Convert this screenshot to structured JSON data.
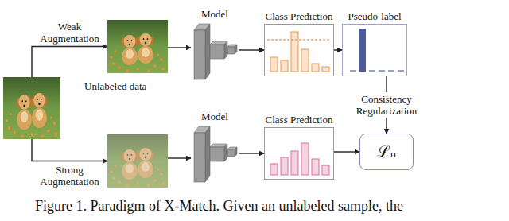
{
  "diagram": {
    "caption": "Figure 1. Paradigm of X-Match. Given an unlabeled sample, the",
    "nodes": [
      {
        "text": [
          "Unlabeled data"
        ]
      },
      {
        "text": []
      },
      {
        "text": []
      },
      {
        "text": [
          "Model"
        ]
      },
      {
        "text": [
          "Model"
        ]
      },
      {
        "text": [
          "Class Prediction"
        ]
      },
      {
        "text": [
          "Pseudo-label"
        ]
      },
      {
        "text": [
          "Class Prediction"
        ]
      },
      {
        "text": [
          "ℒᵤ"
        ]
      }
    ],
    "edges": [
      {
        "from": 0,
        "to": 1,
        "arrow": "to",
        "label": "Weak Augmentation"
      },
      {
        "from": 0,
        "to": 2,
        "arrow": "to",
        "label": "Strong Augmentation"
      },
      {
        "from": 1,
        "to": 3,
        "arrow": "to"
      },
      {
        "from": 2,
        "to": 4,
        "arrow": "to"
      },
      {
        "from": 3,
        "to": 5,
        "arrow": "to"
      },
      {
        "from": 4,
        "to": 7,
        "arrow": "to"
      },
      {
        "from": 5,
        "to": 6,
        "arrow": "to"
      },
      {
        "from": 6,
        "to": 8,
        "arrow": "to",
        "label": "Consistency Regularization"
      },
      {
        "from": 7,
        "to": 8,
        "arrow": "to"
      }
    ]
  }
}
